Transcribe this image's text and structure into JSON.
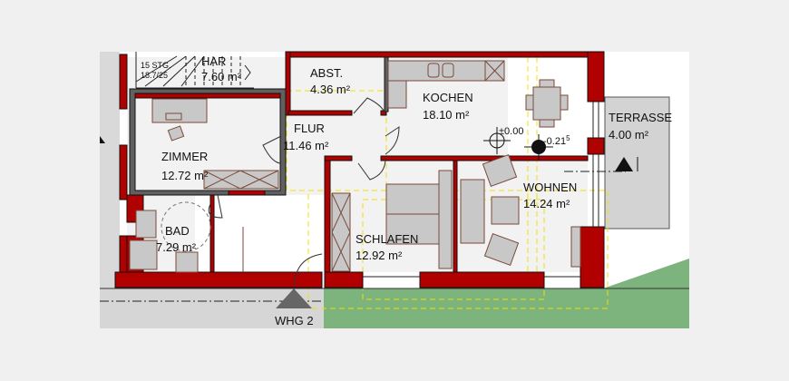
{
  "plan": {
    "title": "WHG 2",
    "stair": {
      "line1": "15 STG.",
      "line2": "18.7/25"
    },
    "rooms": {
      "har": {
        "name": "HAR",
        "area": "7.60 m²"
      },
      "abst": {
        "name": "ABST.",
        "area": "4.36 m²"
      },
      "kochen": {
        "name": "KOCHEN",
        "area": "18.10 m²"
      },
      "zimmer": {
        "name": "ZIMMER",
        "area": "12.72 m²"
      },
      "flur": {
        "name": "FLUR",
        "area": "11.46 m²"
      },
      "terrasse": {
        "name": "TERRASSE",
        "area": "4.00 m²"
      },
      "wohnen": {
        "name": "WOHNEN",
        "area": "14.24 m²"
      },
      "bad": {
        "name": "BAD",
        "area": "7.29 m²"
      },
      "schlafen": {
        "name": "SCHLAFEN",
        "area": "12.92 m²"
      }
    },
    "levels": {
      "floor": "±0.00",
      "terrace": "-0.21",
      "terrace_sup": "5"
    },
    "colors": {
      "wall": "#b00000",
      "garden": "#7db47d",
      "terrace": "#d3d3d3",
      "floor": "#f2f2f2"
    }
  }
}
